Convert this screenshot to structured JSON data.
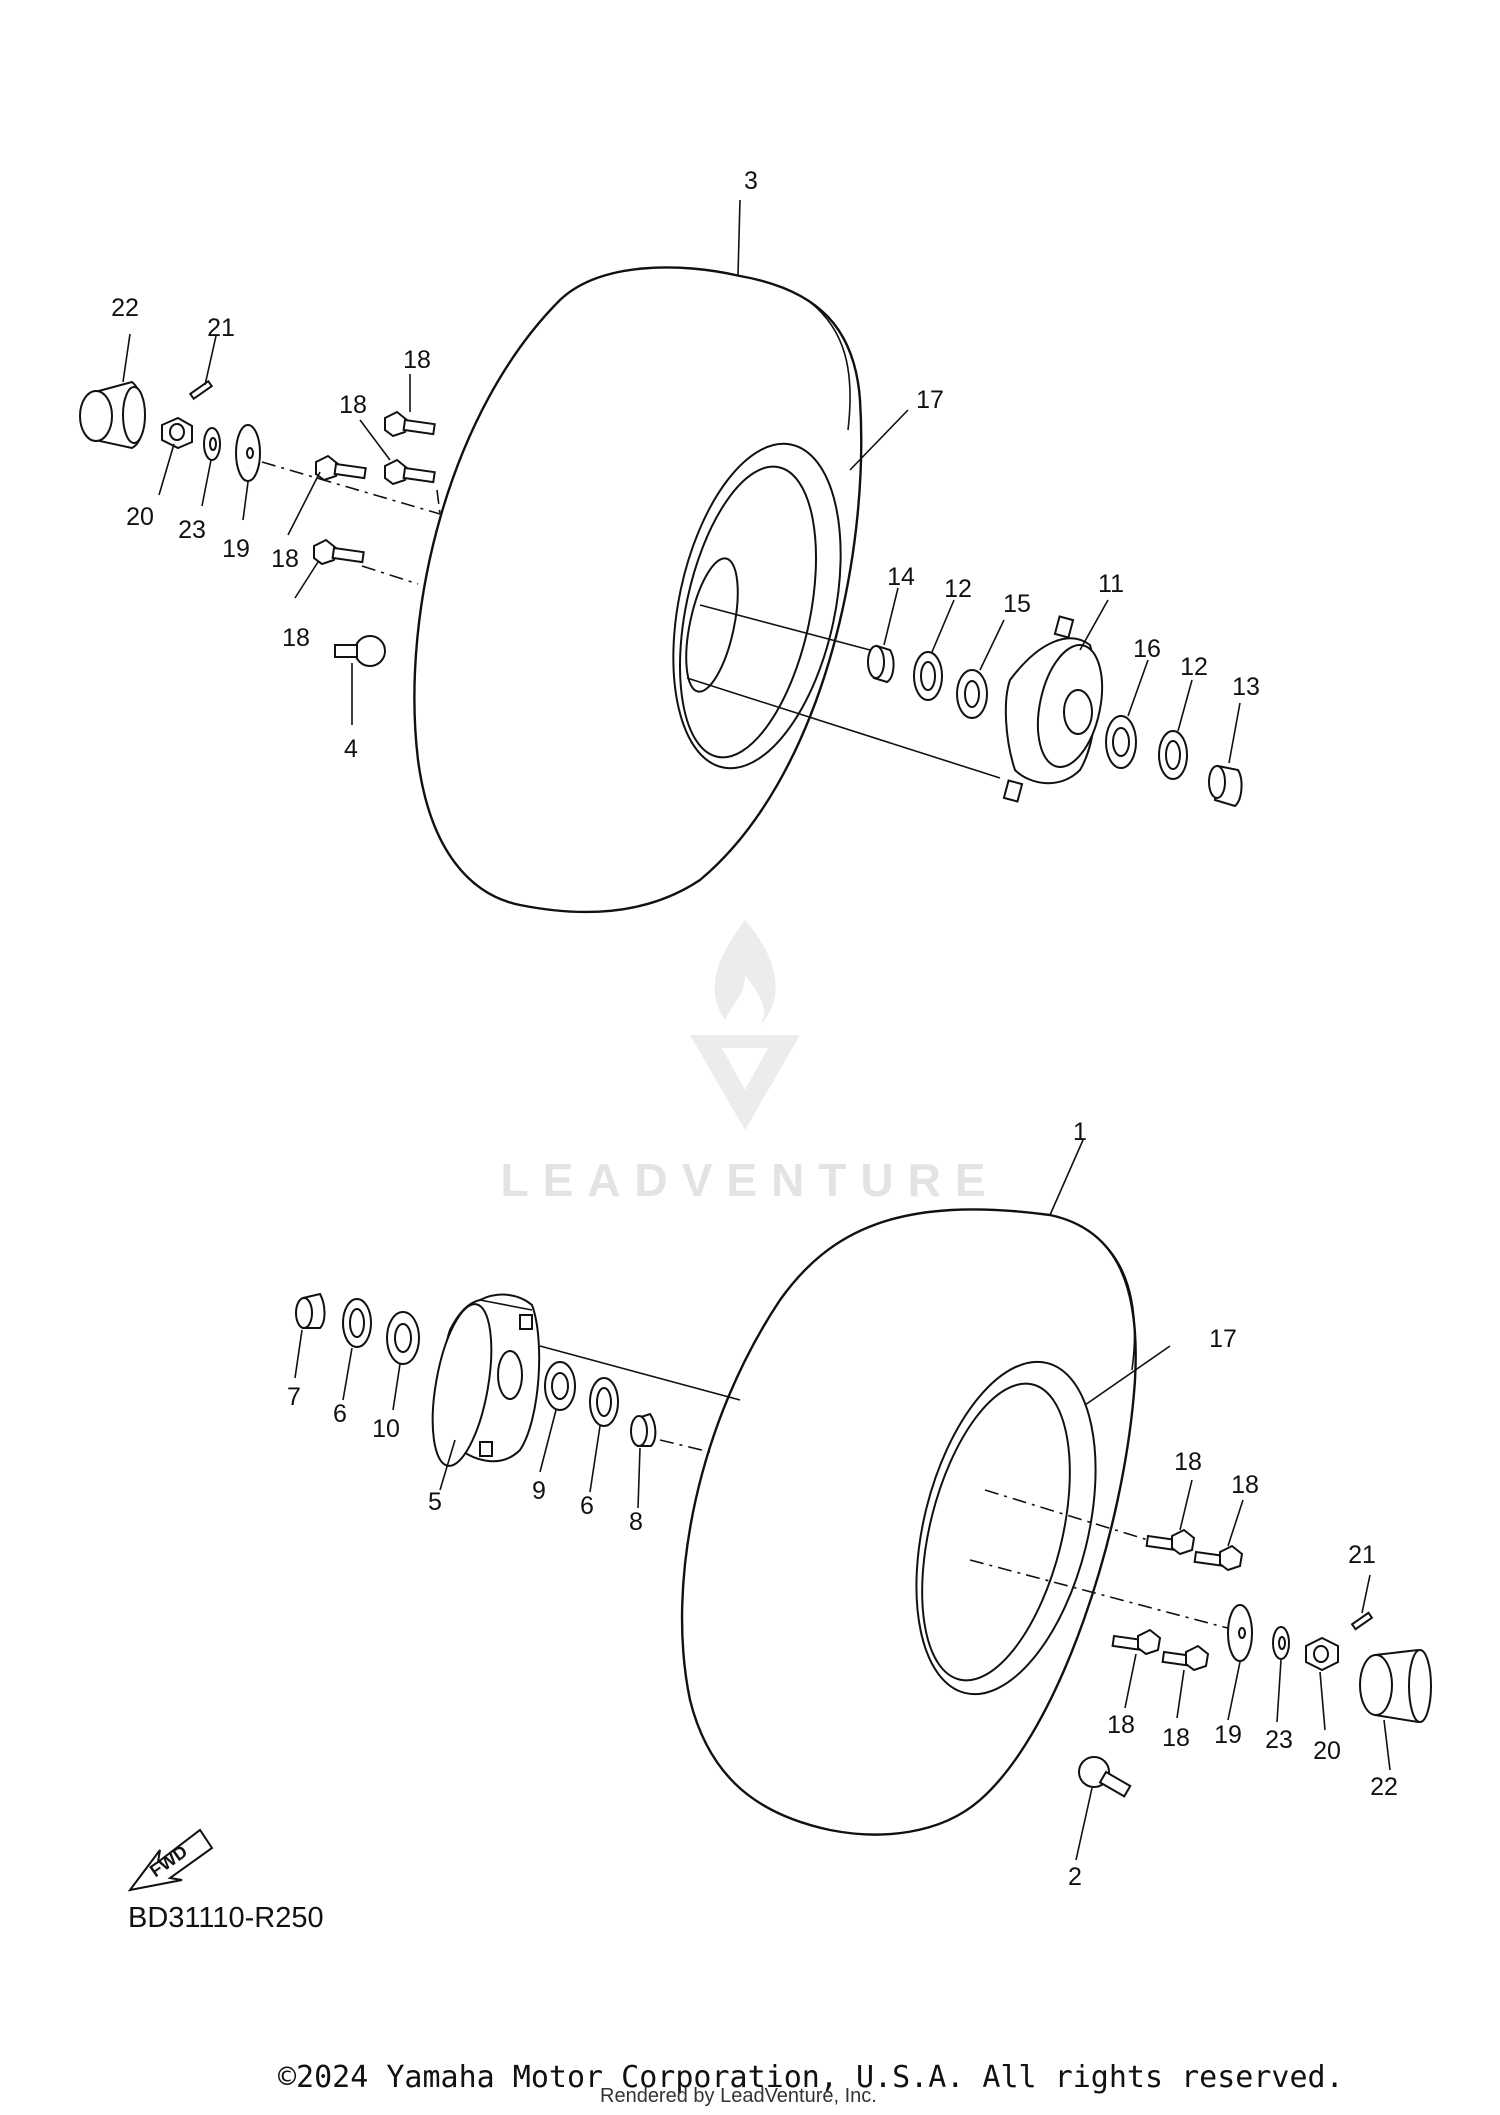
{
  "diagram_code": "BD31110-R250",
  "copyright": "©2024 Yamaha Motor Corporation, U.S.A. All rights reserved.",
  "rendered_by": "Rendered by LeadVenture, Inc.",
  "watermark": "LEADVENTURE",
  "fwd_badge": "FWD",
  "callouts": {
    "c1": "1",
    "c2": "2",
    "c3": "3",
    "c4": "4",
    "c5": "5",
    "c6a": "6",
    "c6b": "6",
    "c7": "7",
    "c8": "8",
    "c9": "9",
    "c10": "10",
    "c11": "11",
    "c12a": "12",
    "c12b": "12",
    "c13": "13",
    "c14": "14",
    "c15": "15",
    "c16": "16",
    "c17a": "17",
    "c17b": "17",
    "c18a": "18",
    "c18b": "18",
    "c18c": "18",
    "c18d": "18",
    "c18e": "18",
    "c18f": "18",
    "c18g": "18",
    "c18h": "18",
    "c19a": "19",
    "c19b": "19",
    "c20a": "20",
    "c20b": "20",
    "c21a": "21",
    "c21b": "21",
    "c22a": "22",
    "c22b": "22",
    "c23a": "23",
    "c23b": "23"
  }
}
